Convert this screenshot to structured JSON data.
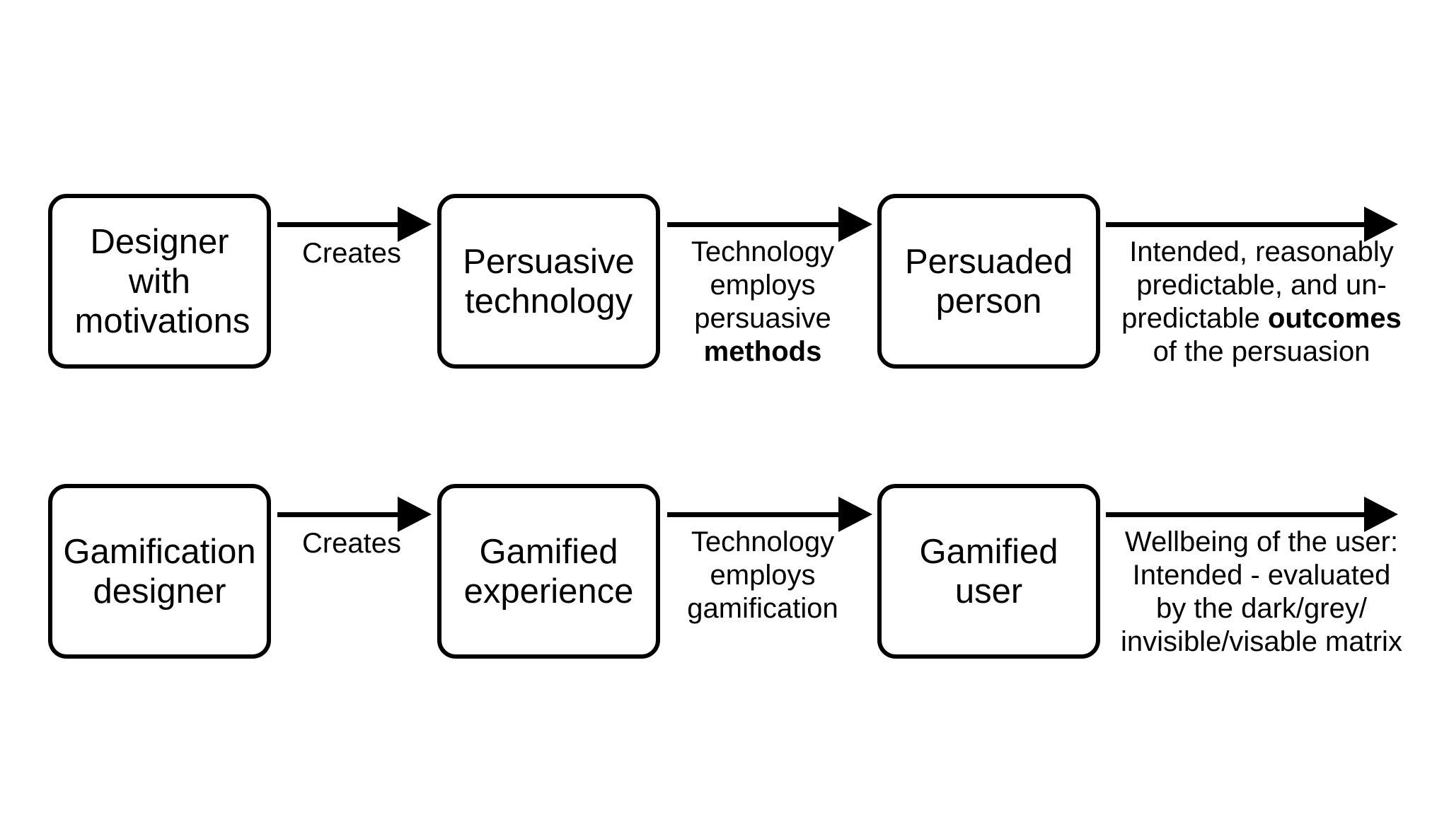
{
  "diagram": {
    "row1": {
      "box1": "Designer with motivations",
      "arrow1_label": "Creates",
      "box2": "Persuasive technology",
      "arrow2_label_lines": [
        "Technology",
        "employs",
        "persuasive"
      ],
      "arrow2_label_bold": "methods",
      "box3": "Persuaded person",
      "arrow3_label_lines": [
        "Intended, reasonably",
        "predictable, and un-"
      ],
      "arrow3_label_line3_prefix": "predictable",
      "arrow3_label_line3_bold": "outcomes",
      "arrow3_label_line4": "of the persuasion"
    },
    "row2": {
      "box1": "Gamification designer",
      "arrow1_label": "Creates",
      "box2": "Gamified experience",
      "arrow2_label_lines": [
        "Technology",
        "employs",
        "gamification"
      ],
      "box3": "Gamified user",
      "arrow3_label_lines": [
        "Wellbeing of the user:",
        "Intended - evaluated",
        "by the dark/grey/",
        "invisible/visable matrix"
      ]
    }
  }
}
